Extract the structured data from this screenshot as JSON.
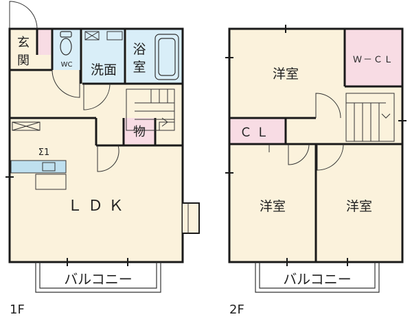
{
  "floor1": {
    "label": "1F",
    "rooms": {
      "entrance": "玄関",
      "wc": "WC",
      "washroom": "洗面",
      "bath": "浴室",
      "storage": "物",
      "ldk": "ＬＤＫ",
      "stove_mark": "Σ1"
    },
    "balcony": "バルコニー"
  },
  "floor2": {
    "label": "2F",
    "rooms": {
      "western_top": "洋室",
      "wcl": "Ｗ－ＣＬ",
      "cl": "ＣＬ",
      "western_left": "洋室",
      "western_right": "洋室"
    },
    "balcony": "バルコニー"
  },
  "colors": {
    "wall": "#1a1a1a",
    "floor_wood": "#fbf2dc",
    "floor_wet": "#d9eef8",
    "floor_closet": "#f8dce4",
    "counter": "#bfe0ef"
  }
}
